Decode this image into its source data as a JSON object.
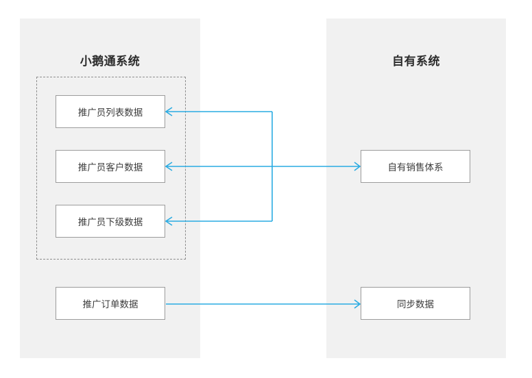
{
  "diagram": {
    "title_text": "",
    "accent_color": "#29abe2",
    "panel_bg": "#f1f1f1",
    "box_border": "#9b9b9b",
    "dashed_border": "#8d8d8d",
    "panels": {
      "left": {
        "title": "小鹅通系统"
      },
      "right": {
        "title": "自有系统"
      }
    },
    "nodes": {
      "promoter_list": "推广员列表数据",
      "promoter_client": "推广员客户数据",
      "promoter_sub": "推广员下级数据",
      "promoter_order": "推广订单数据",
      "own_sales": "自有销售体系",
      "sync_data": "同步数据"
    },
    "connectors": [
      {
        "name": "own-sales-to-promoter-list",
        "from": "自有销售体系",
        "to": "推广员列表数据",
        "direction": "left",
        "label": ""
      },
      {
        "name": "own-sales-to-promoter-client",
        "from": "自有销售体系",
        "to": "推广员客户数据",
        "direction": "left",
        "label": ""
      },
      {
        "name": "own-sales-to-promoter-sub",
        "from": "自有销售体系",
        "to": "推广员下级数据",
        "direction": "left",
        "label": ""
      },
      {
        "name": "promoter-client-to-own-sales",
        "from": "推广员客户数据",
        "to": "自有销售体系",
        "direction": "right",
        "label": ""
      },
      {
        "name": "promoter-order-to-sync-data",
        "from": "推广订单数据",
        "to": "同步数据",
        "direction": "right",
        "label": ""
      }
    ]
  }
}
